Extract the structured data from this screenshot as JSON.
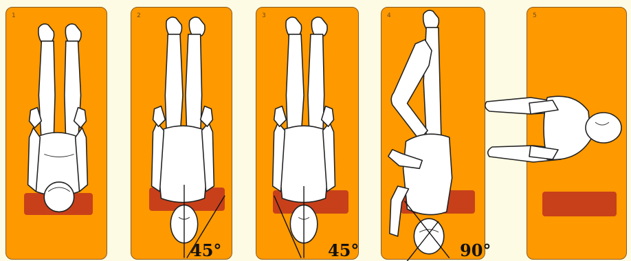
{
  "panels": [
    {
      "number": "1",
      "angle": ""
    },
    {
      "number": "2",
      "angle": "45°"
    },
    {
      "number": "3",
      "angle": "45°"
    },
    {
      "number": "4",
      "angle": "90°"
    },
    {
      "number": "5",
      "angle": ""
    }
  ],
  "colors": {
    "background": "#fdfbe4",
    "panel": "#ff9900",
    "pillow": "#c8401a",
    "figure": "#ffffff",
    "outline": "#222222"
  }
}
